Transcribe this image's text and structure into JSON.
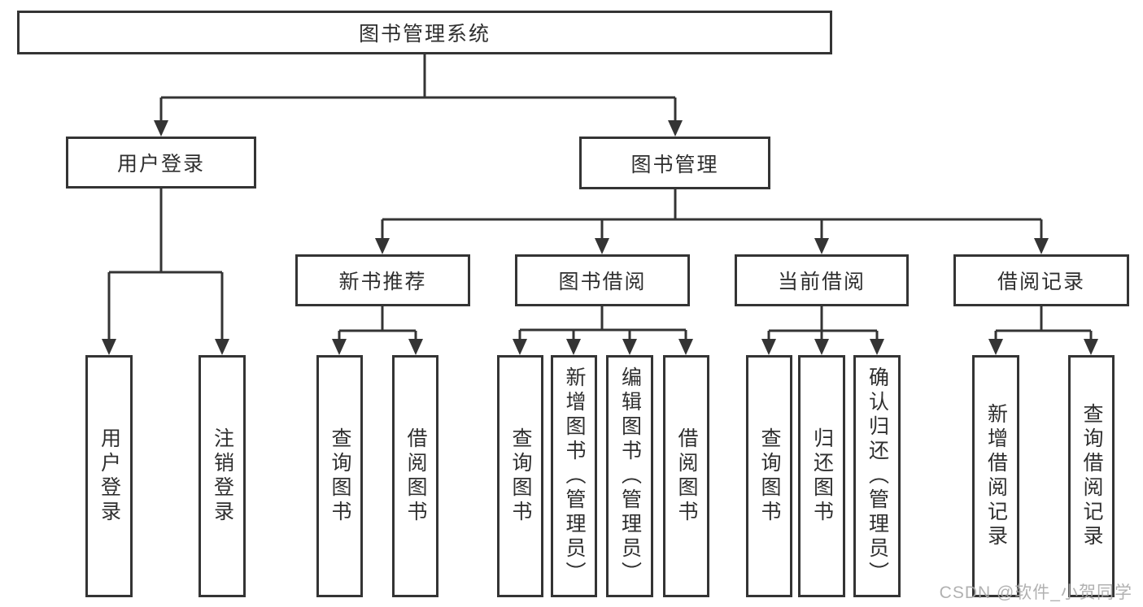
{
  "colors": {
    "line": "#343434",
    "box_border": "#343434",
    "text": "#2f2f2f",
    "background": "#ffffff",
    "watermark": "#a8a8a8"
  },
  "watermark": {
    "text": "CSDN @软件_小贺同学"
  },
  "tree": {
    "label": "图书管理系统",
    "children": [
      {
        "label": "用户登录",
        "children": [
          {
            "label": "用户登录"
          },
          {
            "label": "注销登录"
          }
        ]
      },
      {
        "label": "图书管理",
        "children": [
          {
            "label": "新书推荐",
            "children": [
              {
                "label": "查询图书"
              },
              {
                "label": "借阅图书"
              }
            ]
          },
          {
            "label": "图书借阅",
            "children": [
              {
                "label": "查询图书"
              },
              {
                "label": "新增图书（管理员）"
              },
              {
                "label": "编辑图书（管理员）"
              },
              {
                "label": "借阅图书"
              }
            ]
          },
          {
            "label": "当前借阅",
            "children": [
              {
                "label": "查询图书"
              },
              {
                "label": "归还图书"
              },
              {
                "label": "确认归还（管理员）"
              }
            ]
          },
          {
            "label": "借阅记录",
            "children": [
              {
                "label": "新增借阅记录"
              },
              {
                "label": "查询借阅记录"
              }
            ]
          }
        ]
      }
    ]
  }
}
